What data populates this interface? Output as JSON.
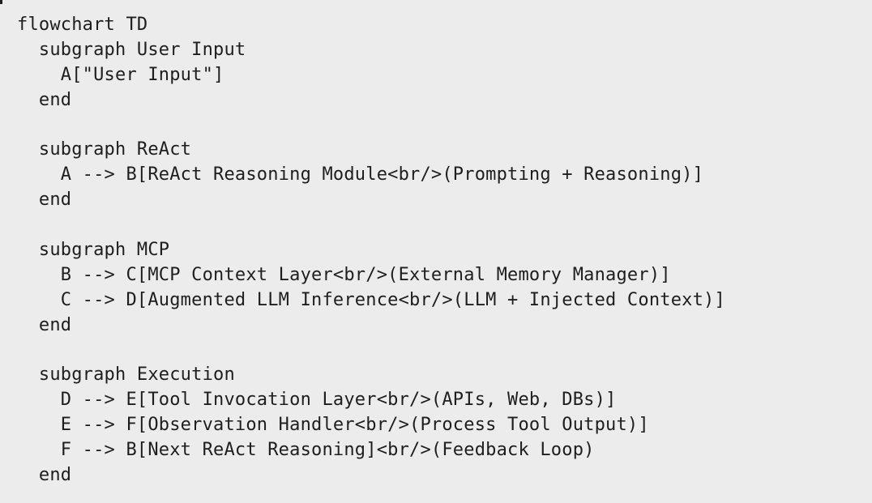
{
  "code": {
    "lines": [
      "flowchart TD",
      "  subgraph User Input",
      "    A[\"User Input\"]",
      "  end",
      "",
      "  subgraph ReAct",
      "    A --> B[ReAct Reasoning Module<br/>(Prompting + Reasoning)]",
      "  end",
      "",
      "  subgraph MCP",
      "    B --> C[MCP Context Layer<br/>(External Memory Manager)]",
      "    C --> D[Augmented LLM Inference<br/>(LLM + Injected Context)]",
      "  end",
      "",
      "  subgraph Execution",
      "    D --> E[Tool Invocation Layer<br/>(APIs, Web, DBs)]",
      "    E --> F[Observation Handler<br/>(Process Tool Output)]",
      "    F --> B[Next ReAct Reasoning]<br/>(Feedback Loop)",
      "  end"
    ]
  },
  "colors": {
    "background": "#ececec",
    "text": "#1e1e1e"
  }
}
